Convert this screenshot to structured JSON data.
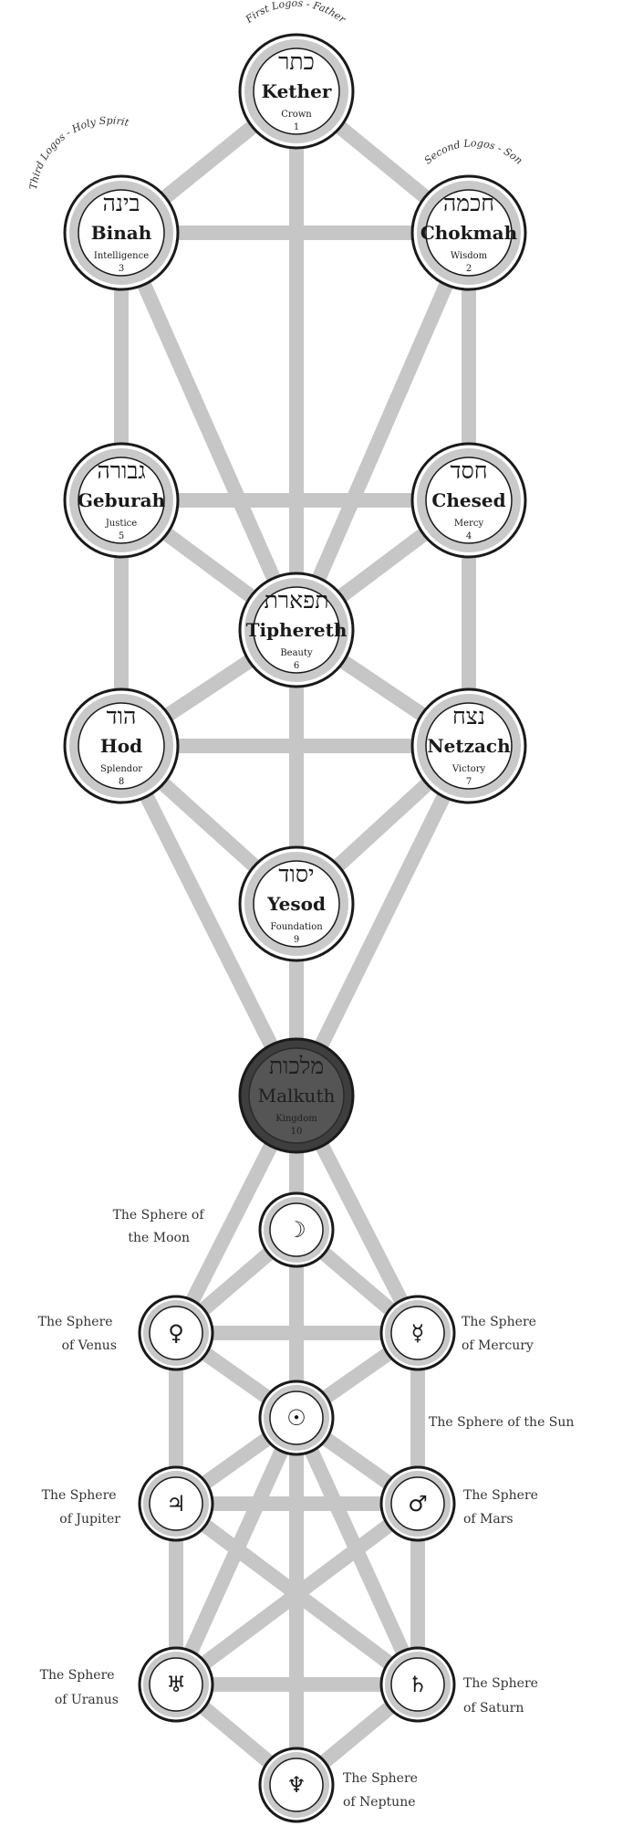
{
  "logos": {
    "first": "First Logos - Father",
    "second": "Second Logos - Son",
    "third": "Third Logos - Holy Spirit"
  },
  "sephiroth": [
    {
      "key": "kether",
      "hebrew": "כתר",
      "name": "Kether",
      "meaning": "Crown",
      "number": "1"
    },
    {
      "key": "chokmah",
      "hebrew": "חכמה",
      "name": "Chokmah",
      "meaning": "Wisdom",
      "number": "2"
    },
    {
      "key": "binah",
      "hebrew": "בינה",
      "name": "Binah",
      "meaning": "Intelligence",
      "number": "3"
    },
    {
      "key": "chesed",
      "hebrew": "חסד",
      "name": "Chesed",
      "meaning": "Mercy",
      "number": "4"
    },
    {
      "key": "geburah",
      "hebrew": "גבורה",
      "name": "Geburah",
      "meaning": "Justice",
      "number": "5"
    },
    {
      "key": "tiphereth",
      "hebrew": "תפארת",
      "name": "Tiphereth",
      "meaning": "Beauty",
      "number": "6"
    },
    {
      "key": "netzach",
      "hebrew": "נצח",
      "name": "Netzach",
      "meaning": "Victory",
      "number": "7"
    },
    {
      "key": "hod",
      "hebrew": "הוד",
      "name": "Hod",
      "meaning": "Splendor",
      "number": "8"
    },
    {
      "key": "yesod",
      "hebrew": "יסוד",
      "name": "Yesod",
      "meaning": "Foundation",
      "number": "9"
    },
    {
      "key": "malkuth",
      "hebrew": "מלכות",
      "name": "Malkuth",
      "meaning": "Kingdom",
      "number": "10"
    }
  ],
  "spheres": [
    {
      "key": "moon",
      "glyph": "☽",
      "line1": "The Sphere of",
      "line2": "the Moon"
    },
    {
      "key": "venus",
      "glyph": "♀",
      "line1": "The Sphere",
      "line2": "of Venus"
    },
    {
      "key": "mercury",
      "glyph": "☿",
      "line1": "The Sphere",
      "line2": "of Mercury"
    },
    {
      "key": "sun",
      "glyph": "☉",
      "line1": "The Sphere of the Sun",
      "line2": ""
    },
    {
      "key": "jupiter",
      "glyph": "♃",
      "line1": "The Sphere",
      "line2": "of Jupiter"
    },
    {
      "key": "mars",
      "glyph": "♂",
      "line1": "The Sphere",
      "line2": "of Mars"
    },
    {
      "key": "uranus",
      "glyph": "♅",
      "line1": "The Sphere",
      "line2": "of Uranus"
    },
    {
      "key": "saturn",
      "glyph": "♄",
      "line1": "The Sphere",
      "line2": "of Saturn"
    },
    {
      "key": "neptune",
      "glyph": "♆",
      "line1": "The Sphere",
      "line2": "of Neptune"
    }
  ]
}
